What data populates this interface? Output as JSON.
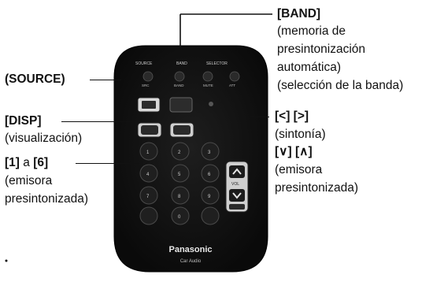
{
  "labels": {
    "band": "[BAND]",
    "band_desc1": "(memoria de",
    "band_desc2": "presintonización",
    "band_desc3": "automática)",
    "band_desc4": "(selección de la banda)",
    "tune": "[<] [>]",
    "tune_desc": "(sintonía)",
    "updown": "[∨] [∧]",
    "updown_desc1": "(emisora",
    "updown_desc2": "presintonizada)",
    "source": "(SOURCE)",
    "disp": "[DISP]",
    "disp_desc": "(visualización)",
    "presets_a": "[1]",
    "presets_mid": " a ",
    "presets_b": "[6]",
    "presets_desc1": "(emisora",
    "presets_desc2": "presintonizada)"
  },
  "remote": {
    "brand": "Panasonic",
    "sub": "Car Audio"
  },
  "colors": {
    "ink": "#111111",
    "remote_body": "#141414",
    "key": "#2c2c2c",
    "key_light": "#d9d9d9"
  }
}
